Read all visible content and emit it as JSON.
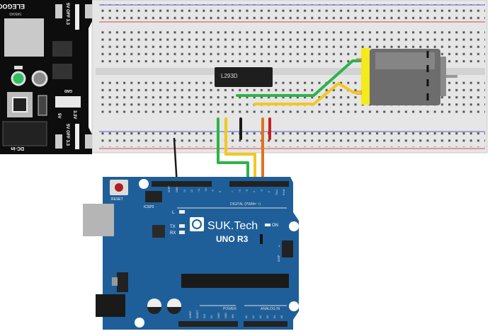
{
  "power_module": {
    "brand": "ELEGOO",
    "model": "545043",
    "jumper_top": "5V OFF 3.3",
    "jumper_bottom": "5V OFF 3.3",
    "gnd": "GND",
    "v5": "5V",
    "v33": "3.3V",
    "dc_in": "DC-in",
    "minus": "−",
    "plus": "+"
  },
  "chip": {
    "label": "L293D"
  },
  "arduino": {
    "brand": "SUK.Tech",
    "model": "UNO R3",
    "reset": "RESET",
    "icsp2": "ICSP2",
    "icsp": "ICSP",
    "led_l": "L",
    "led_tx": "TX",
    "led_rx": "RX",
    "led_on": "ON",
    "digital": "DIGITAL (PWM= ~)",
    "power": "POWER",
    "analog": "ANALOG IN",
    "icsp_pin1": "1",
    "digital_pins": [
      "AREF",
      "GND",
      "13",
      "12",
      "~11",
      "~10",
      "~9",
      "8",
      "7",
      "~6",
      "~5",
      "4",
      "~3",
      "2",
      "TX▸1",
      "RX◂0"
    ],
    "power_pins": [
      "IOREF",
      "RESET",
      "3V3",
      "5V",
      "GND",
      "GND",
      "VIN"
    ],
    "analog_pins": [
      "A0",
      "A1",
      "A2",
      "A3",
      "A4",
      "A5"
    ]
  },
  "colors": {
    "breadboard": "#e4e4e4",
    "arduino": "#1f5f99",
    "wire_green": "#2db34a",
    "wire_yellow": "#f2c81e",
    "wire_orange": "#e0731e",
    "wire_red": "#c8201e",
    "wire_black": "#1a1a1a",
    "motor_body": "#6d6d6d",
    "motor_cap": "#f5ea1a"
  }
}
